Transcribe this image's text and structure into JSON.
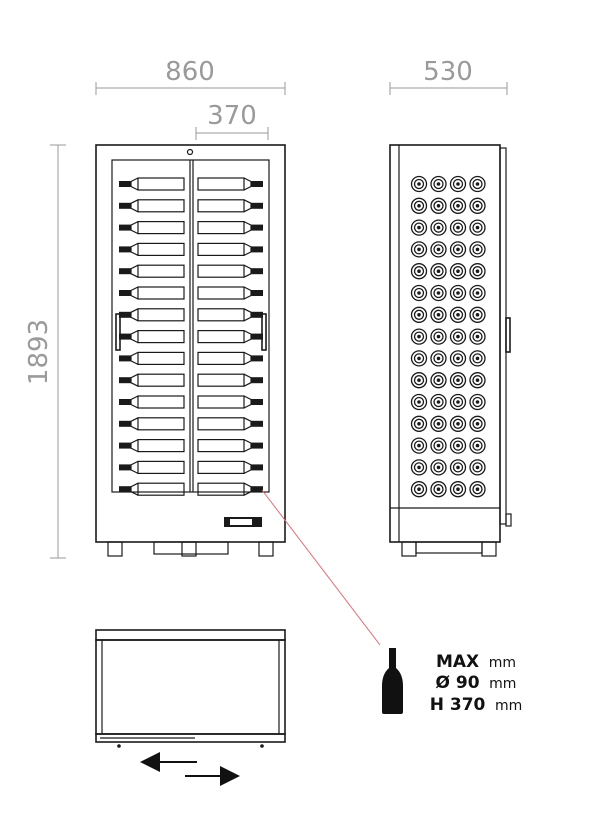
{
  "dimensions": {
    "width": "860",
    "depth": "530",
    "height": "1893",
    "bottle_length": "370"
  },
  "bottle_spec": {
    "line1_value": "MAX",
    "line1_unit": "mm",
    "line2_value": "Ø 90",
    "line2_unit": "mm",
    "line3_value": "H 370",
    "line3_unit": "mm"
  },
  "front_view": {
    "shelf_rows": 15,
    "columns": 2
  },
  "side_view": {
    "bottle_rows": 15,
    "bottle_columns": 4
  },
  "colors": {
    "dimension": "#9a9a9a",
    "outline": "#1a1a1a",
    "leader": "#e0707a"
  }
}
